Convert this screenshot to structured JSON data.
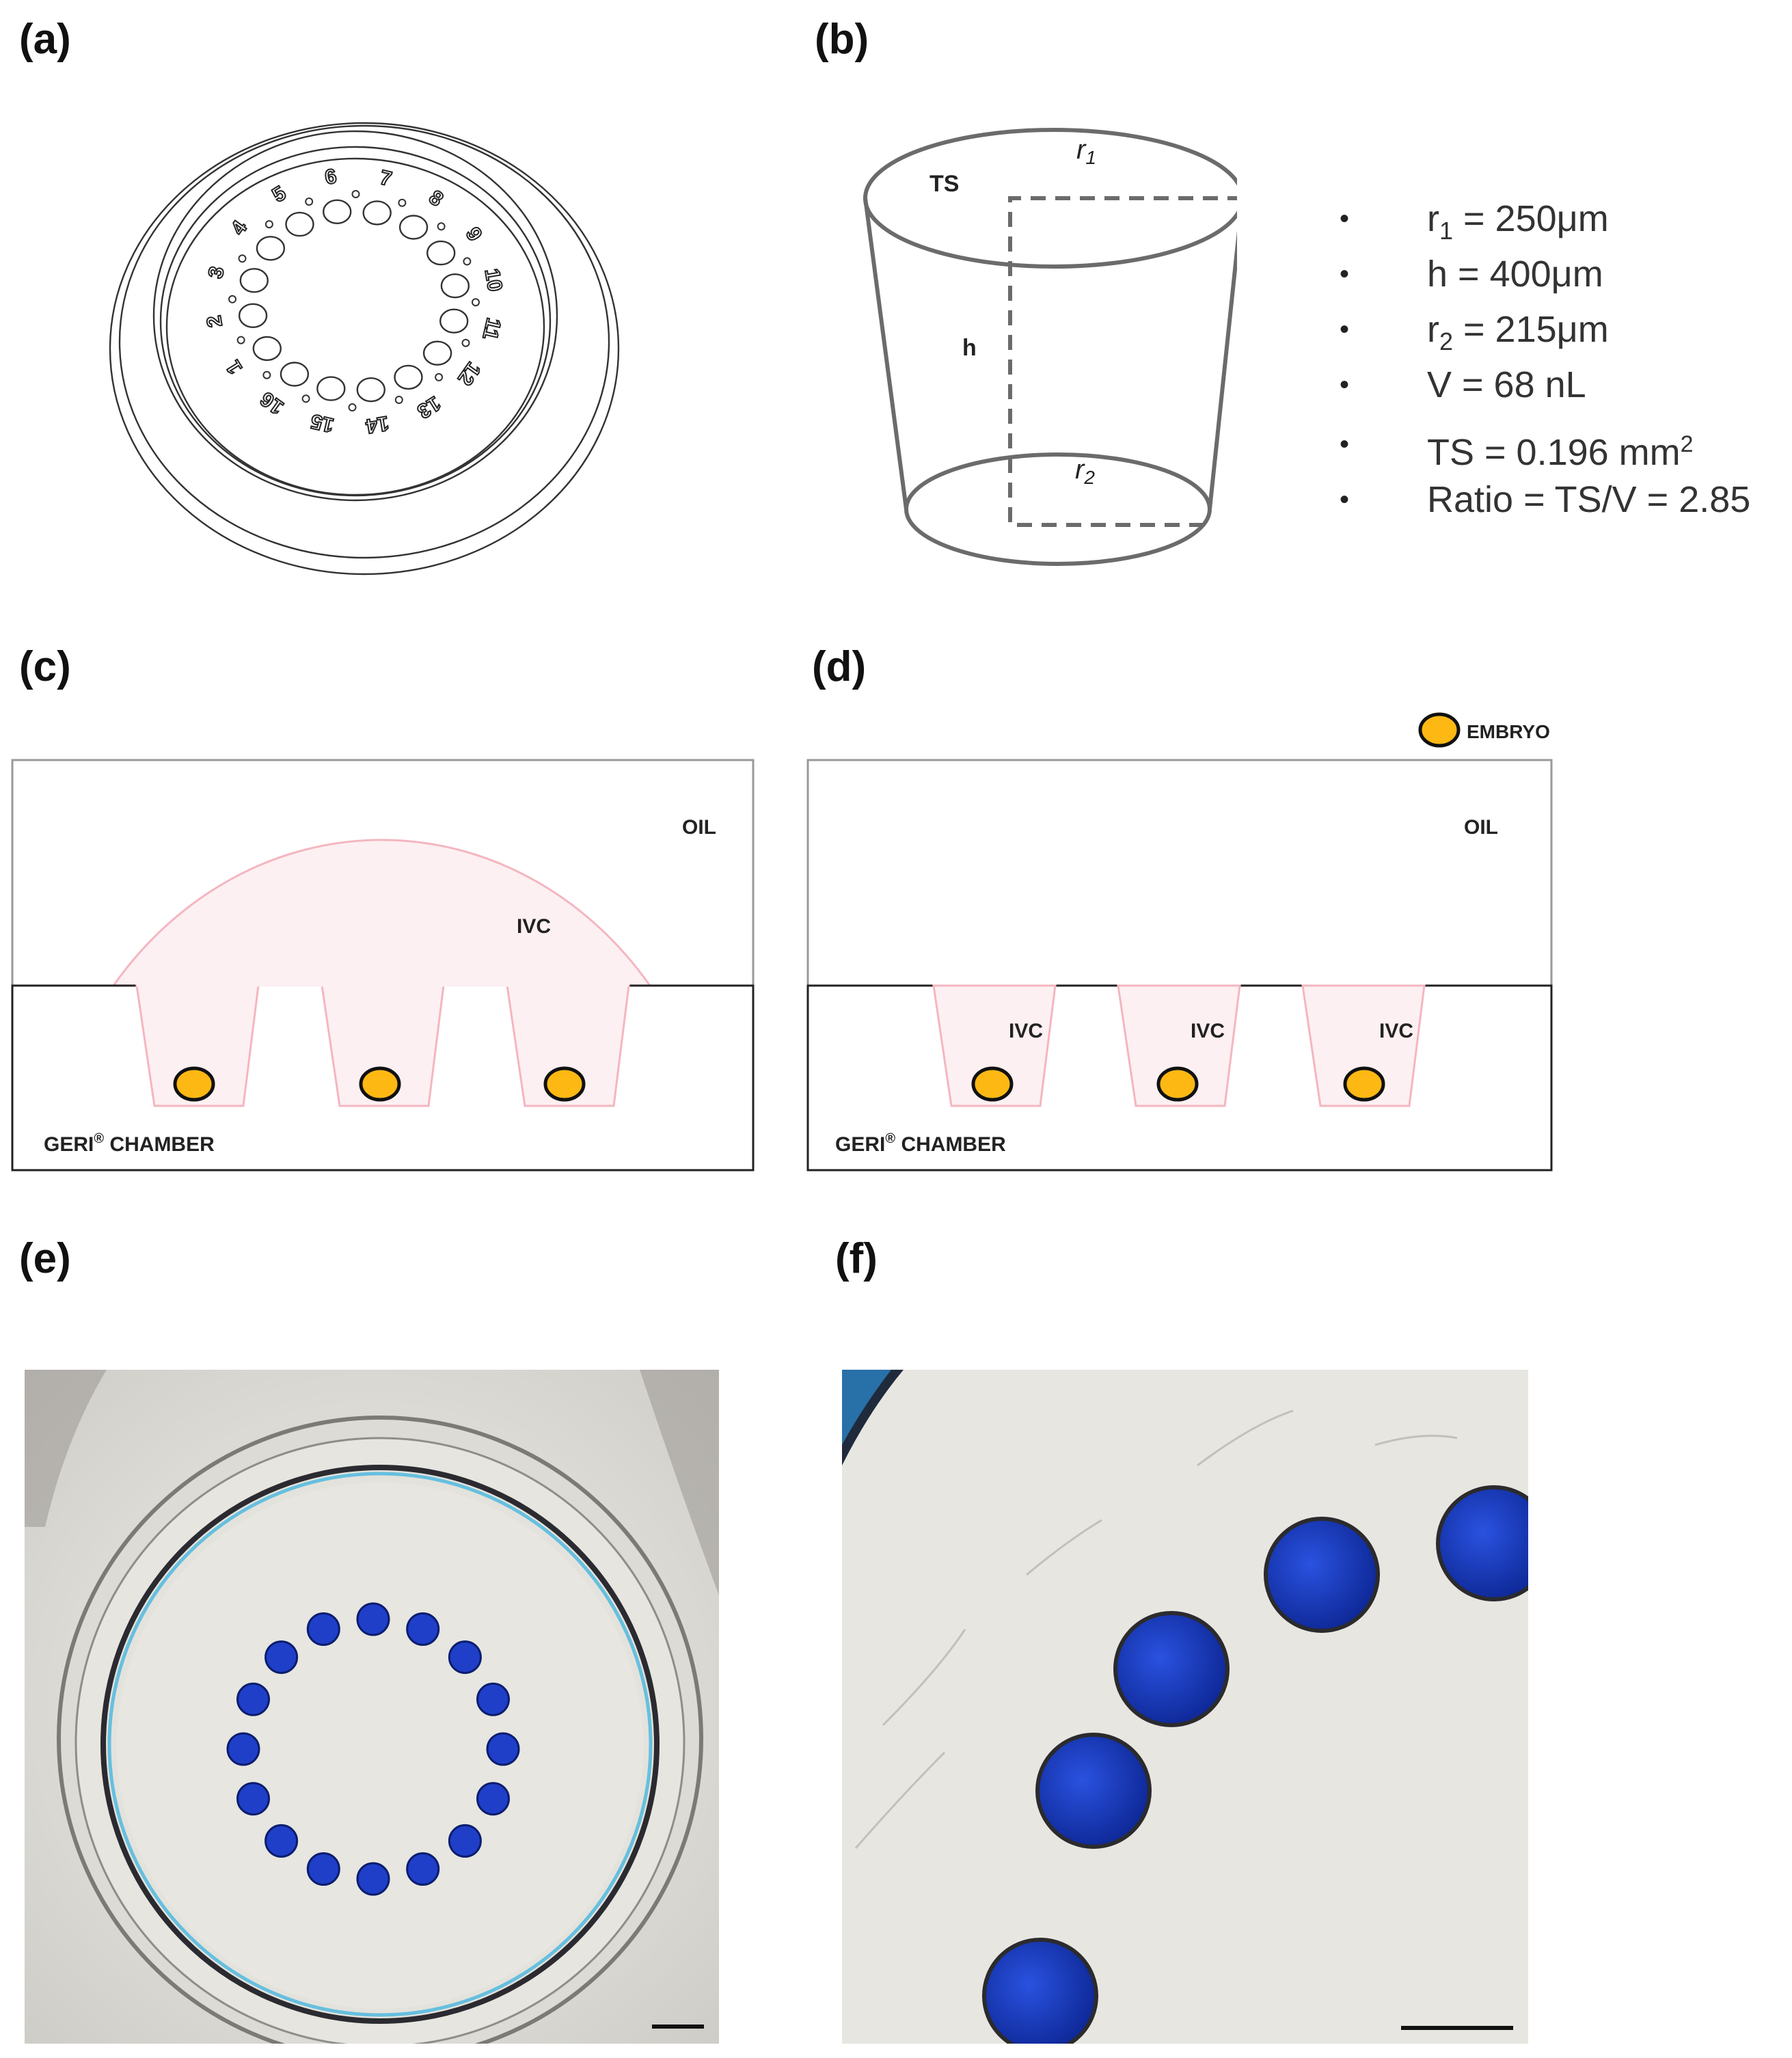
{
  "panels": {
    "a": "(a)",
    "b": "(b)",
    "c": "(c)",
    "d": "(d)",
    "e": "(e)",
    "f": "(f)"
  },
  "panel_a": {
    "well_numbers": [
      "1",
      "2",
      "3",
      "4",
      "5",
      "6",
      "7",
      "8",
      "9",
      "10",
      "11",
      "12",
      "13",
      "14",
      "15",
      "16"
    ]
  },
  "panel_b": {
    "top_surface": "TS",
    "height": "h",
    "top_radius": "r",
    "top_radius_sub": "1",
    "bottom_radius": "r",
    "bottom_radius_sub": "2"
  },
  "specs": [
    {
      "text": "r",
      "sub": "1",
      "rest": " = 250μm"
    },
    {
      "text": "h = 400μm",
      "sub": "",
      "rest": ""
    },
    {
      "text": "r",
      "sub": "2",
      "rest": " = 215μm"
    },
    {
      "text": "V = 68 nL",
      "sub": "",
      "rest": ""
    },
    {
      "text": "TS = 0.196 mm",
      "sup": "2",
      "rest": ""
    },
    {
      "text": "Ratio = TS/V = 2.85",
      "sub": "",
      "rest": ""
    }
  ],
  "bullet_glyph": "•",
  "panel_c": {
    "oil": "OIL",
    "ivc": "IVC",
    "chamber": "GERI",
    "chamber_reg": "®",
    "chamber_rest": " CHAMBER"
  },
  "panel_d": {
    "legend": "EMBRYO",
    "oil": "OIL",
    "ivc_labels": [
      "IVC",
      "IVC",
      "IVC"
    ],
    "chamber": "GERI",
    "chamber_reg": "®",
    "chamber_rest": " CHAMBER"
  },
  "colors": {
    "embryo_fill": "#FDB813",
    "drop_fill": "#FDF0F2",
    "drop_stroke": "#F4B6C0",
    "well_blue": "#1F3FC8"
  }
}
